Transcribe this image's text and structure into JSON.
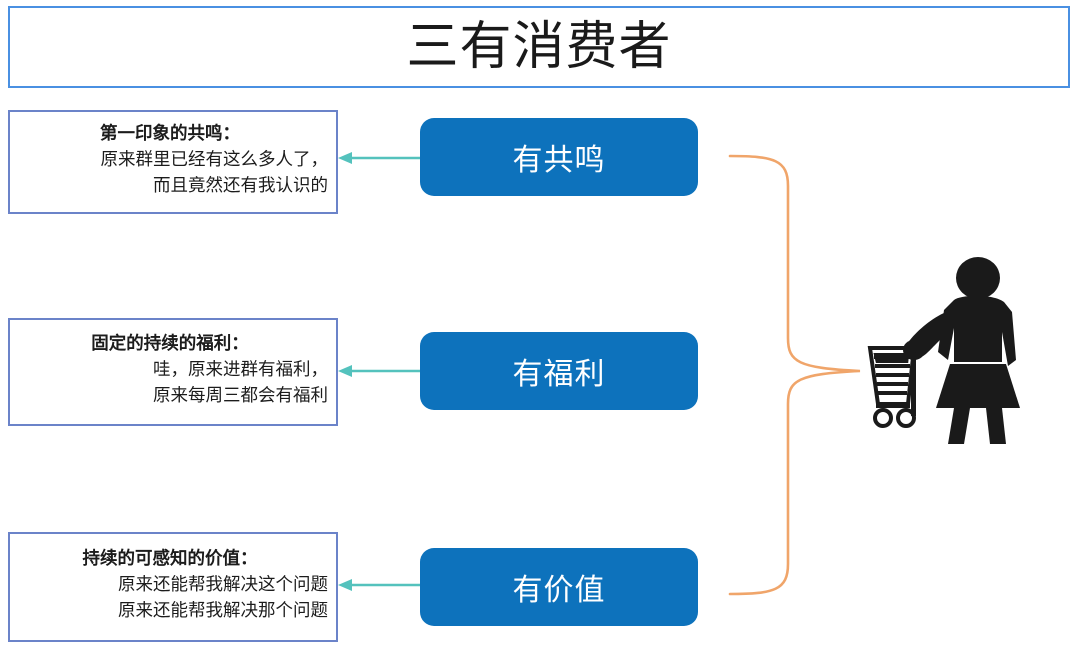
{
  "title": {
    "text": "三有消费者"
  },
  "colors": {
    "title_border": "#4a90e2",
    "desc_border": "#6b83c9",
    "pill_fill": "#0d72bc",
    "pill_text": "#ffffff",
    "arrow": "#54c2bd",
    "brace": "#f0a56a",
    "icon": "#1a1a1a"
  },
  "rows": [
    {
      "pill_label": "有共鸣",
      "heading": "第一印象的共鸣：",
      "lines": [
        "原来群里已经有这么多人了，",
        "而且竟然还有我认识的"
      ]
    },
    {
      "pill_label": "有福利",
      "heading": "固定的持续的福利：",
      "lines": [
        "哇，原来进群有福利，",
        "原来每周三都会有福利"
      ]
    },
    {
      "pill_label": "有价值",
      "heading": "持续的可感知的价值：",
      "lines": [
        "原来还能帮我解决这个问题",
        "原来还能帮我解决那个问题"
      ]
    }
  ],
  "icons": {
    "shopper": "woman-pushing-shopping-cart-icon",
    "brace": "curly-brace-connector",
    "arrow": "left-arrow-connector"
  },
  "watermark": {
    "text": ""
  }
}
